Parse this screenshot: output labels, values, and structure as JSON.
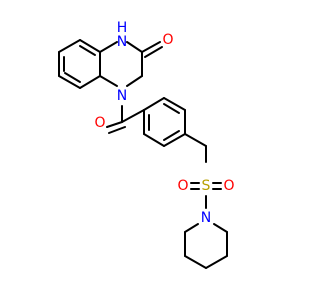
{
  "colors": {
    "background": "#ffffff",
    "carbon_bond": "#000000",
    "nitrogen": "#0000ff",
    "oxygen": "#ff0000",
    "sulfur": "#b8a000"
  },
  "labels": {
    "nh": "H",
    "n_amide": "N",
    "o_lactam": "O",
    "n_quinox": "N",
    "o_carbonyl": "O",
    "s_sulfonyl": "S",
    "o_s_left": "O",
    "o_s_right": "O",
    "n_piperidine": "N"
  }
}
